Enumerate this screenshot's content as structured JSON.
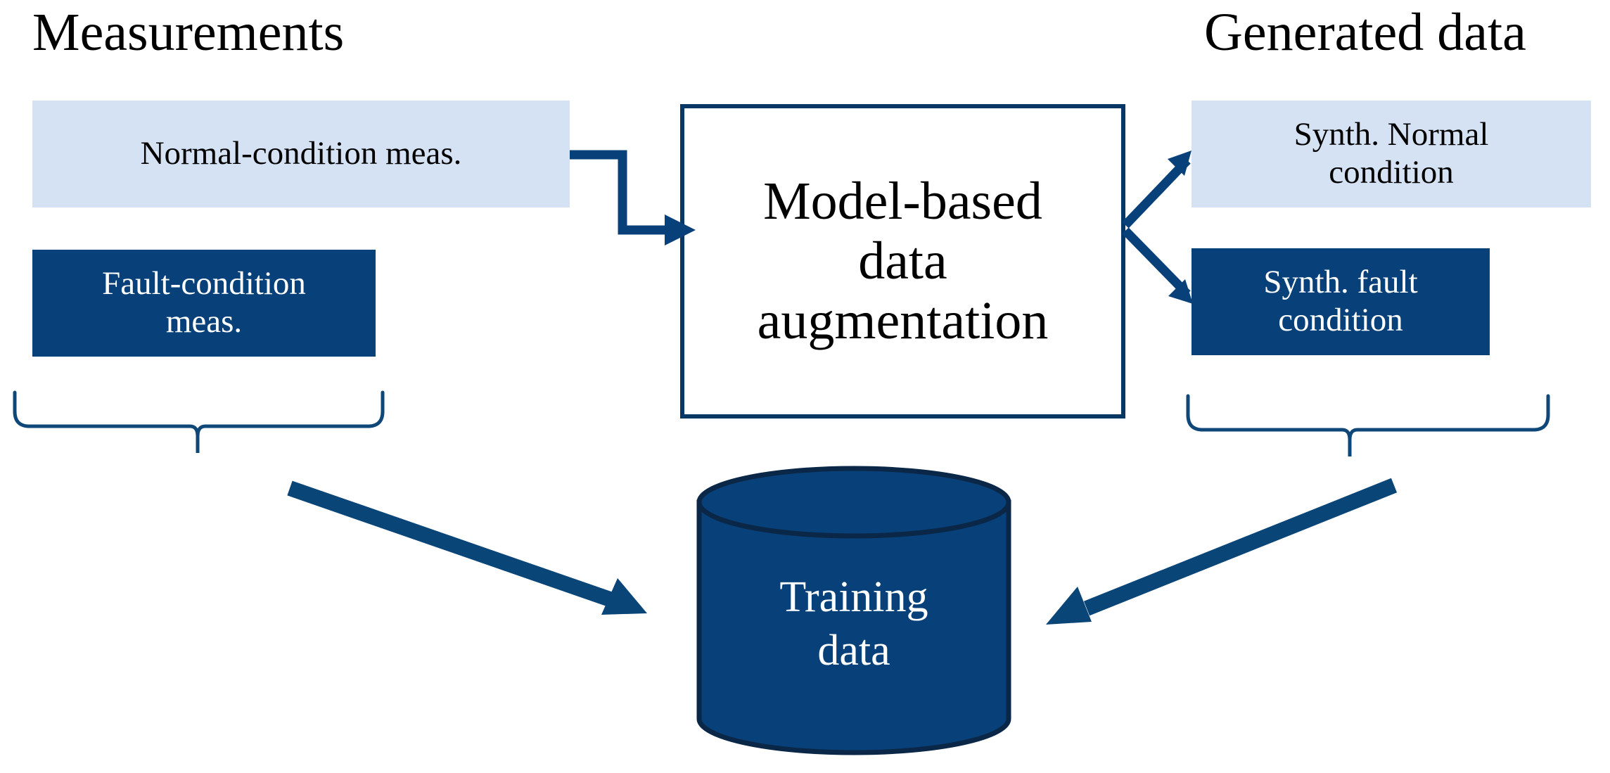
{
  "diagram": {
    "title_left": "Measurements",
    "title_right": "Generated data",
    "boxes": {
      "normal_meas": "Normal-condition meas.",
      "fault_meas_line1": "Fault-condition",
      "fault_meas_line2": "meas.",
      "process_line1": "Model-based",
      "process_line2": "data",
      "process_line3": "augmentation",
      "synth_normal_line1": "Synth. Normal",
      "synth_normal_line2": "condition",
      "synth_fault_line1": "Synth. fault",
      "synth_fault_line2": "condition",
      "training_line1": "Training",
      "training_line2": "data"
    },
    "colors": {
      "dark_blue": "#084179",
      "light_blue": "#d4e2f4",
      "border_blue": "#083764",
      "cylinder_fill": "#084179",
      "cylinder_stroke": "#0a2747",
      "text_dark": "#000000",
      "text_light": "#ffffff",
      "background": "#ffffff"
    },
    "connectors": [
      {
        "name": "normal-meas-to-process",
        "from": "Normal-condition meas.",
        "to": "Model-based data augmentation",
        "style": "elbow-arrow"
      },
      {
        "name": "process-to-synth-normal",
        "from": "Model-based data augmentation",
        "to": "Synth. Normal condition",
        "style": "straight-arrow-up-right"
      },
      {
        "name": "process-to-synth-fault",
        "from": "Model-based data augmentation",
        "to": "Synth. fault condition",
        "style": "straight-arrow-down-right"
      },
      {
        "name": "measurements-to-training-data",
        "from": "Measurements",
        "to": "Training data",
        "style": "thick-arrow-down-right"
      },
      {
        "name": "generated-data-to-training-data",
        "from": "Generated data",
        "to": "Training data",
        "style": "thick-arrow-down-left"
      }
    ],
    "braces": [
      {
        "name": "measurements-brace",
        "groups": [
          "Normal-condition meas.",
          "Fault-condition meas."
        ]
      },
      {
        "name": "generated-data-brace",
        "groups": [
          "Synth. Normal condition",
          "Synth. fault condition"
        ]
      }
    ]
  }
}
